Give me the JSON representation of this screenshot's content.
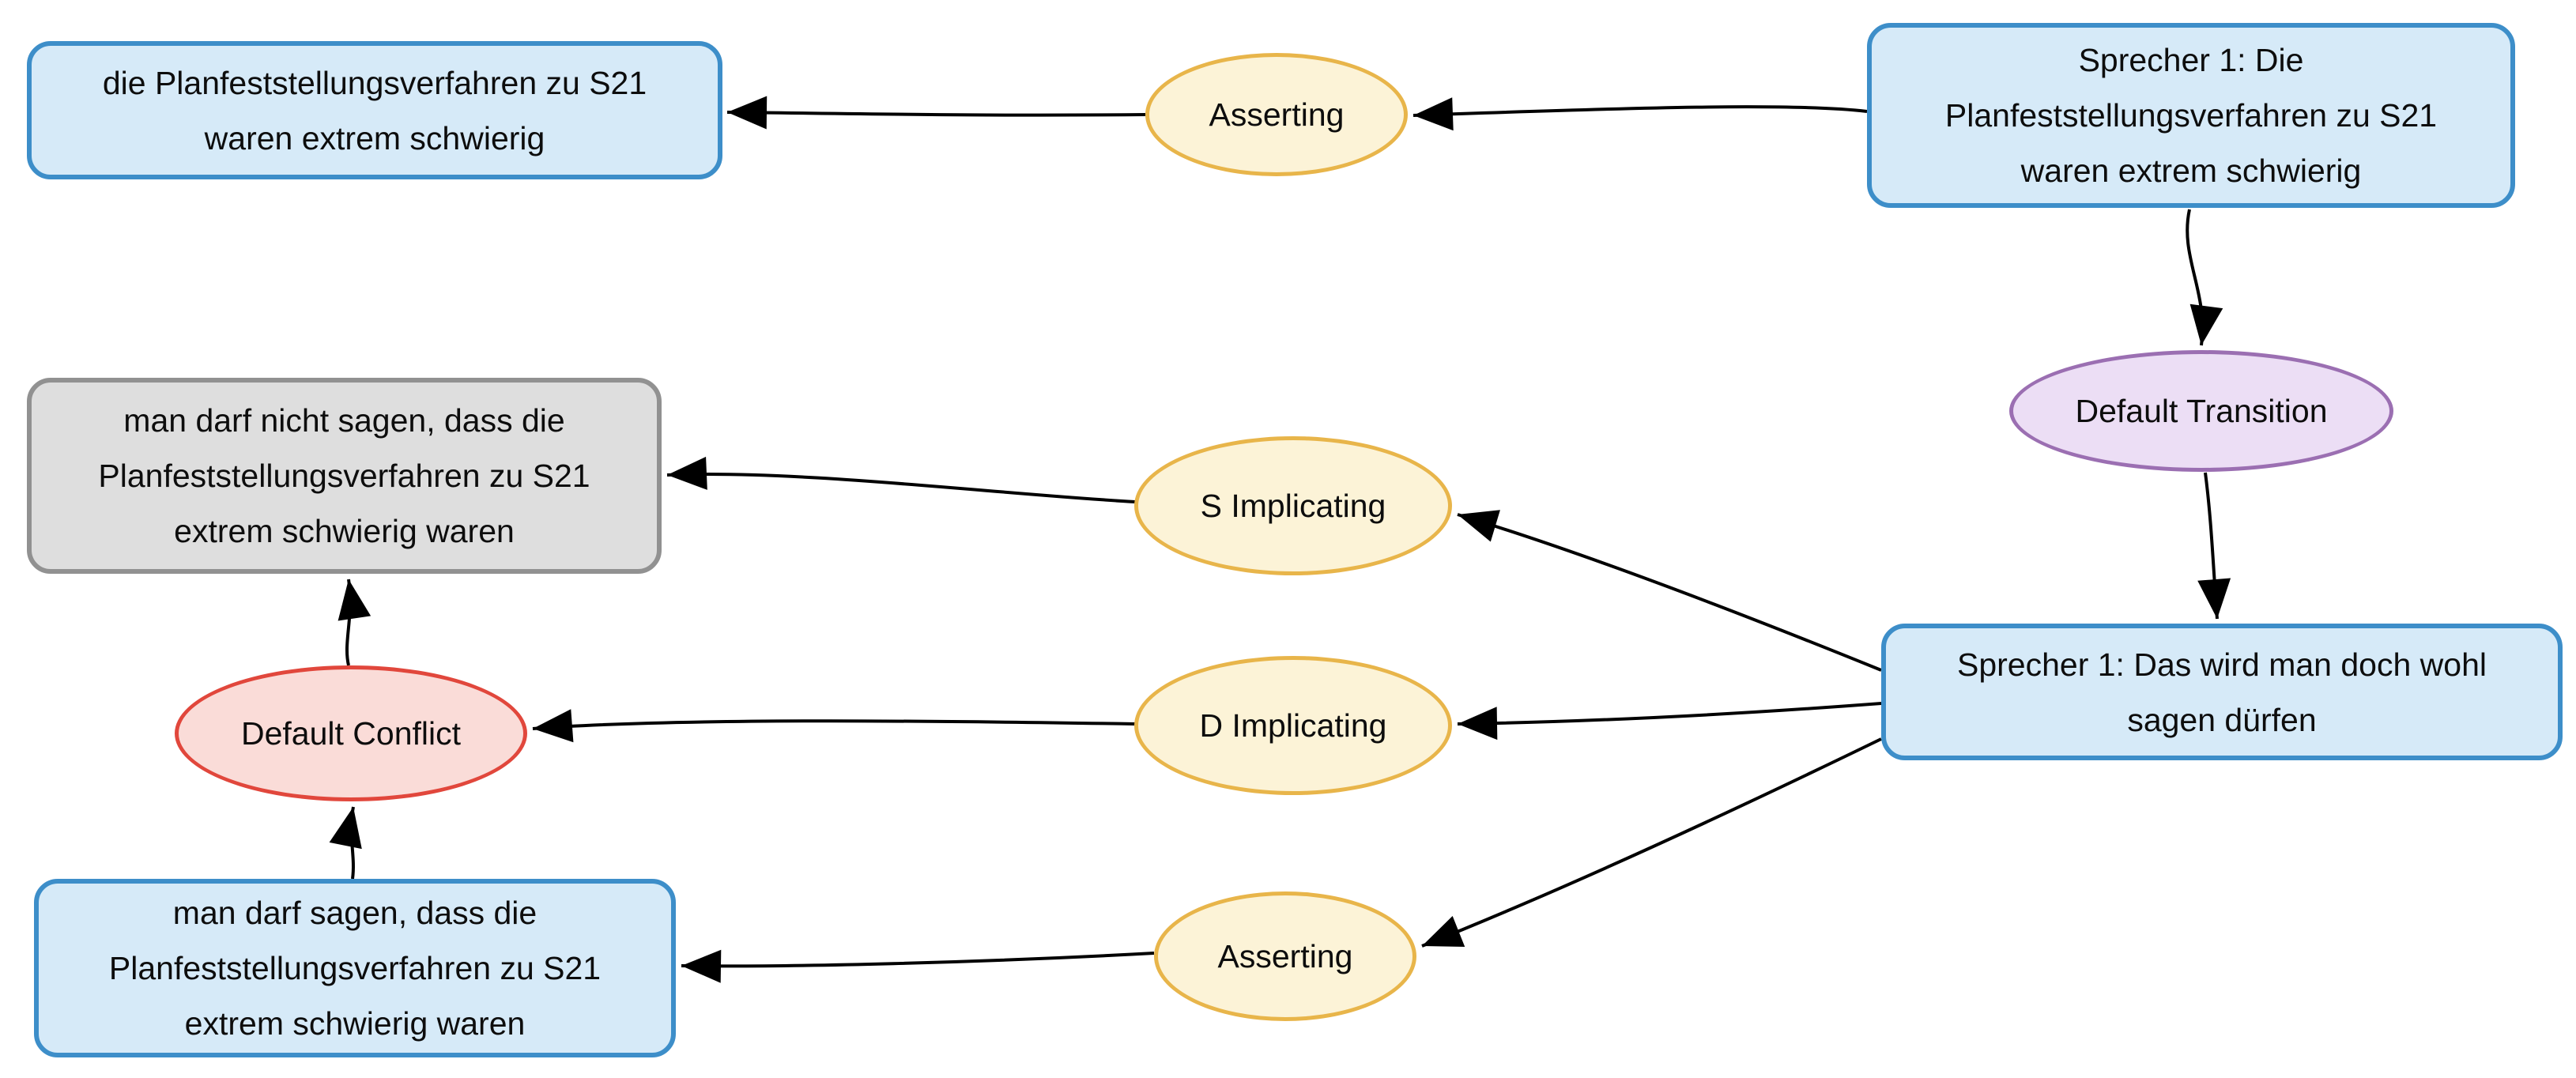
{
  "diagram": {
    "background": "#ffffff",
    "colors": {
      "locution_fill": "#d6eaf8",
      "locution_border": "#3d8ec9",
      "neutral_fill": "#dedede",
      "neutral_border": "#919191",
      "illocution_fill": "#fcf3d7",
      "illocution_border": "#e8b54a",
      "transition_fill": "#ecdef5",
      "transition_border": "#9b6fb2",
      "conflict_fill": "#fadcd8",
      "conflict_border": "#e1473c",
      "edge_color": "#000000",
      "text_color": "#0d0d0d"
    },
    "nodes": [
      {
        "id": "claim-schwierig",
        "type": "information",
        "shape": "rect",
        "label": "die Planfeststellungsverfahren zu S21\nwaren extrem schwierig"
      },
      {
        "id": "asserting-top",
        "type": "illocution",
        "shape": "ellipse",
        "label": "Asserting"
      },
      {
        "id": "locution-sprecher1-die",
        "type": "locution",
        "shape": "rect",
        "label": "Sprecher 1: Die\nPlanfeststellungsverfahren zu S21\nwaren extrem schwierig"
      },
      {
        "id": "default-transition",
        "type": "transition",
        "shape": "ellipse",
        "label": "Default Transition"
      },
      {
        "id": "claim-darf-nicht-sagen",
        "type": "information-neutral",
        "shape": "rect",
        "label": "man darf nicht sagen, dass die\nPlanfeststellungsverfahren zu S21\nextrem schwierig waren"
      },
      {
        "id": "s-implicating",
        "type": "illocution",
        "shape": "ellipse",
        "label": "S Implicating"
      },
      {
        "id": "default-conflict",
        "type": "conflict",
        "shape": "ellipse",
        "label": "Default Conflict"
      },
      {
        "id": "d-implicating",
        "type": "illocution",
        "shape": "ellipse",
        "label": "D Implicating"
      },
      {
        "id": "locution-sprecher1-das",
        "type": "locution",
        "shape": "rect",
        "label": "Sprecher 1: Das wird man doch wohl\nsagen dürfen"
      },
      {
        "id": "claim-darf-sagen",
        "type": "information",
        "shape": "rect",
        "label": "man darf sagen, dass die\nPlanfeststellungsverfahren zu S21\nextrem schwierig waren"
      },
      {
        "id": "asserting-bottom",
        "type": "illocution",
        "shape": "ellipse",
        "label": "Asserting"
      }
    ],
    "edges": [
      {
        "from": "locution-sprecher1-die",
        "to": "asserting-top"
      },
      {
        "from": "asserting-top",
        "to": "claim-schwierig"
      },
      {
        "from": "locution-sprecher1-die",
        "to": "default-transition"
      },
      {
        "from": "default-transition",
        "to": "locution-sprecher1-das"
      },
      {
        "from": "locution-sprecher1-das",
        "to": "s-implicating"
      },
      {
        "from": "locution-sprecher1-das",
        "to": "d-implicating"
      },
      {
        "from": "locution-sprecher1-das",
        "to": "asserting-bottom"
      },
      {
        "from": "s-implicating",
        "to": "claim-darf-nicht-sagen"
      },
      {
        "from": "d-implicating",
        "to": "default-conflict"
      },
      {
        "from": "asserting-bottom",
        "to": "claim-darf-sagen"
      },
      {
        "from": "claim-darf-sagen",
        "to": "default-conflict"
      },
      {
        "from": "default-conflict",
        "to": "claim-darf-nicht-sagen"
      }
    ]
  }
}
